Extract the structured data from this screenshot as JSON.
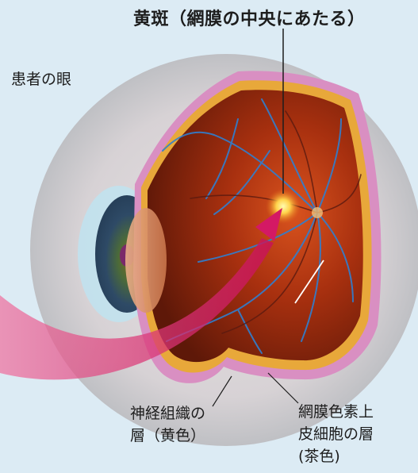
{
  "labels": {
    "macula": "黄斑（網膜の中央にあたる）",
    "patient_eye": "患者の眼",
    "nerve_layer_line1": "神経組織の",
    "nerve_layer_line2": "層（黄色）",
    "rpe_line1": "網膜色素上",
    "rpe_line2": "皮細胞の層",
    "rpe_line3": "(茶色)"
  },
  "colors": {
    "background": "#dcebf4",
    "retina": "#9a2a10",
    "nerve_layer": "#e8a83a",
    "rpe_layer": "#d98fc2",
    "vessel": "#2f7fd0",
    "light_beam": "#e23d7a",
    "macula_spot": "#fff27a"
  }
}
